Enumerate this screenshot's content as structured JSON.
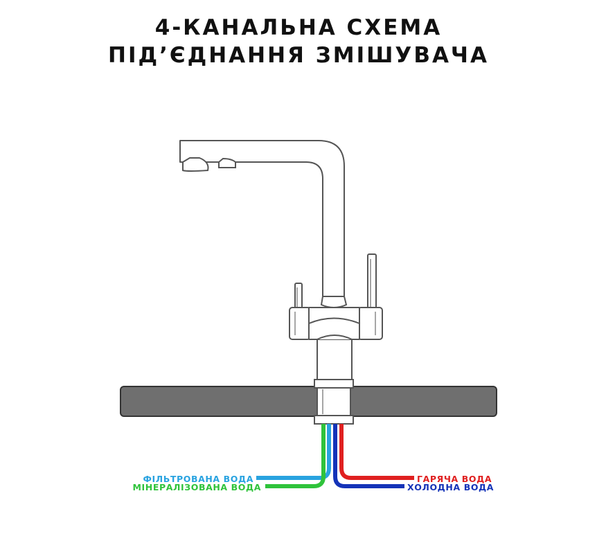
{
  "title": {
    "line1": "4-КАНАЛЬНА СХЕМА",
    "line2": "ПІД’ЄДНАННЯ ЗМІШУВАЧА"
  },
  "pipes": [
    {
      "key": "filtered",
      "label": "ФІЛЬТРОВАНА ВОДА",
      "color": "#29a3e0",
      "side": "left"
    },
    {
      "key": "mineralized",
      "label": "МІНЕРАЛІЗОВАНА ВОДА",
      "color": "#2fc33b",
      "side": "left"
    },
    {
      "key": "hot",
      "label": "ГАРЯЧА ВОДА",
      "color": "#e02020",
      "side": "right"
    },
    {
      "key": "cold",
      "label": "ХОЛОДНА ВОДА",
      "color": "#1433b8",
      "side": "right"
    }
  ],
  "colors": {
    "outline": "#555555",
    "countertop": "#6f6f6f",
    "background": "#ffffff"
  }
}
